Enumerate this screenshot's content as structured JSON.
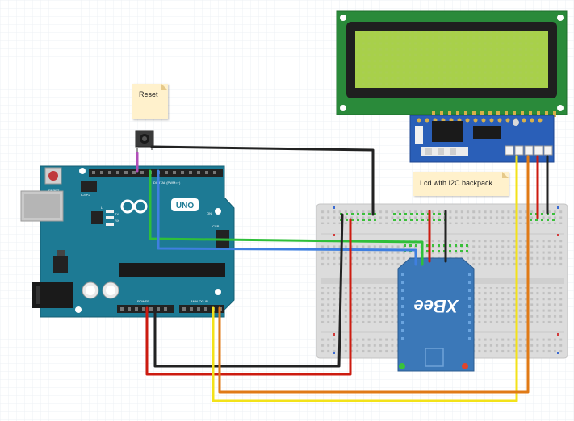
{
  "notes": {
    "reset": "Reset",
    "lcd": "Lcd with I2C backpack"
  },
  "board": {
    "brand": "UNO",
    "reset_label": "RESET",
    "icsp_label": "ICSP2",
    "digital_label": "DIGITAL (PWM=~)",
    "power_label": "POWER",
    "analog_label": "ANALOG IN",
    "tx_label": "TX",
    "rx_label": "RX",
    "l_label": "L",
    "on_label": "ON",
    "icsp_label2": "ICSP"
  },
  "xbee": {
    "label": "XBee"
  },
  "colors": {
    "board": "#1d7a94",
    "lcd_pcb": "#2a8a3a",
    "lcd_screen": "#a8d04a",
    "backpack": "#2a5fb8",
    "xbee": "#3b78b8",
    "wire_black": "#222222",
    "wire_green": "#2fbf3a",
    "wire_blue": "#3f7fe0",
    "wire_red": "#cc1b10",
    "wire_yellow": "#f3e21a",
    "wire_orange": "#e07a16"
  }
}
